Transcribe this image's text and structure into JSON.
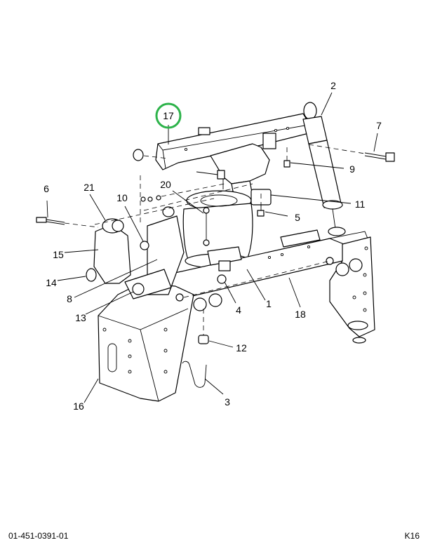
{
  "callouts": [
    "1",
    "2",
    "3",
    "4",
    "5",
    "7",
    "8",
    "9",
    "10",
    "11",
    "12",
    "13",
    "14",
    "15",
    "16",
    "17",
    "18",
    "20",
    "21",
    "6"
  ],
  "highlight": {
    "callout": "17",
    "color": "#2db34a"
  },
  "footer": {
    "drawing_number": "01-451-0391-01",
    "page_code": "K16"
  }
}
